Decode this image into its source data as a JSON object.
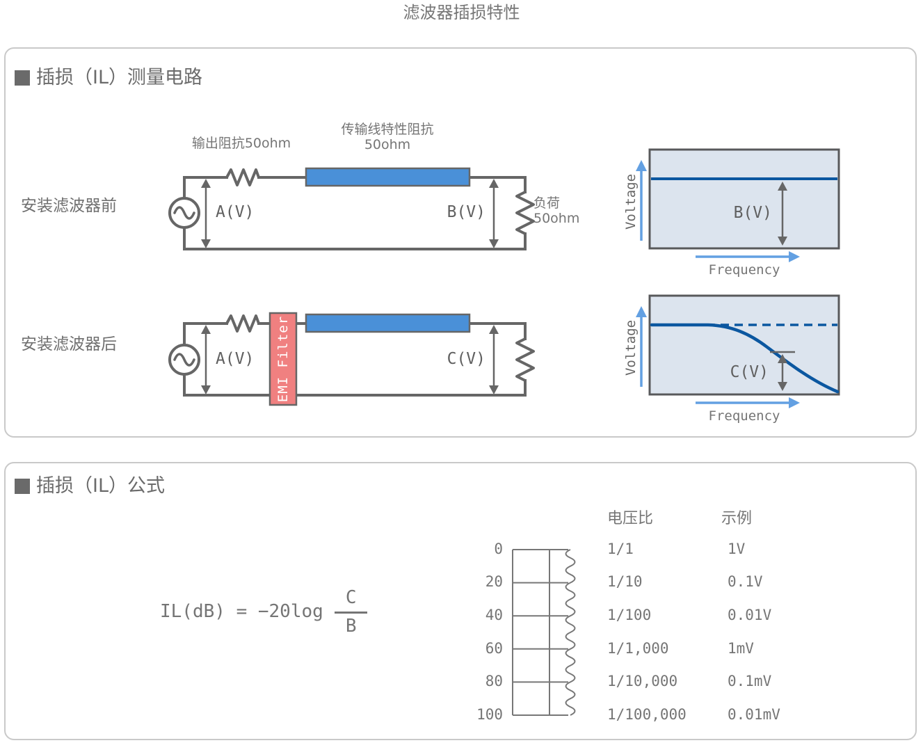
{
  "title": "滤波器插损特性",
  "colors": {
    "transmission_line_blue": "#4a90d8",
    "signal_dark_blue": "#0b57a0",
    "axis_light_blue": "#63a0e2",
    "emi_filter_salmon": "#f08080",
    "wire_gray": "#666666",
    "text_gray": "#757575",
    "graph_fill": "#dce4ee",
    "panel_border": "#c9c9c9"
  },
  "sections": {
    "measurement": {
      "bullet": "■",
      "heading": "插损（IL）测量电路",
      "before": {
        "label": "安装滤波器前",
        "source_voltage": "A(V)",
        "output_impedance_label": "输出阻抗50ohm",
        "line_label_1": "传输线特性阻抗",
        "line_label_2": "50ohm",
        "load_voltage": "B(V)",
        "load_label_1": "负荷",
        "load_label_2": "50ohm",
        "graph": {
          "y_axis": "Voltage",
          "x_axis": "Frequency",
          "marker": "B(V)"
        }
      },
      "after": {
        "label": "安装滤波器后",
        "source_voltage": "A(V)",
        "filter_label": "EMI Filter",
        "load_voltage": "C(V)",
        "graph": {
          "y_axis": "Voltage",
          "x_axis": "Frequency",
          "marker": "C(V)"
        }
      }
    },
    "formula": {
      "bullet": "■",
      "heading": "插损（IL）公式",
      "expression_lhs": "IL(dB) = −20log",
      "fraction_numerator": "C",
      "fraction_denominator": "B",
      "db_scale_ticks": [
        "0",
        "20",
        "40",
        "60",
        "80",
        "100"
      ],
      "table": {
        "headers": {
          "ratio": "电压比",
          "example": "示例"
        },
        "rows": [
          {
            "ratio": "1/1",
            "example": "1V"
          },
          {
            "ratio": "1/10",
            "example": "0.1V"
          },
          {
            "ratio": "1/100",
            "example": "0.01V"
          },
          {
            "ratio": "1/1,000",
            "example": "1mV"
          },
          {
            "ratio": "1/10,000",
            "example": "0.1mV"
          },
          {
            "ratio": "1/100,000",
            "example": "0.01mV"
          }
        ]
      }
    }
  }
}
